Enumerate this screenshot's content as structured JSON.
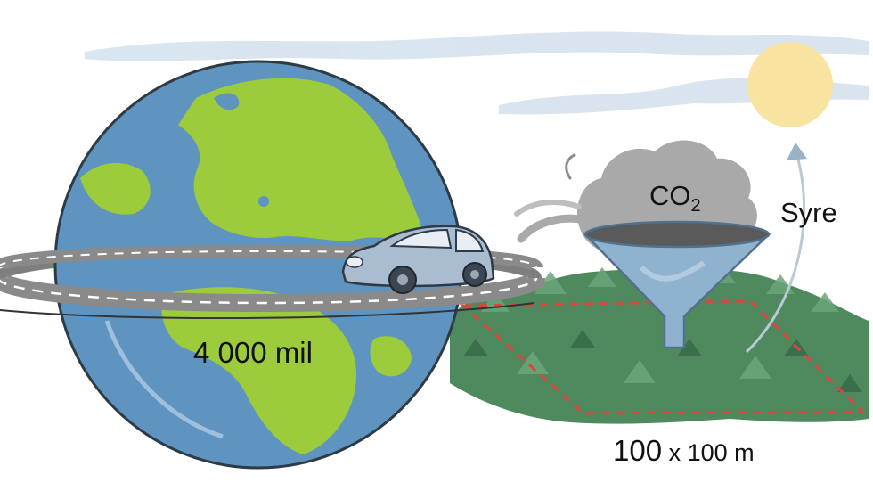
{
  "labels": {
    "co2_main": "CO",
    "co2_sub": "2",
    "oxygen": "Syre",
    "distance": "4 000 mil",
    "area_first": "100",
    "area_rest": " x 100 m"
  },
  "colors": {
    "ocean": "#5f93c0",
    "land": "#9ccb3b",
    "forest": "#4f8a5e",
    "smoke": "#a9a9a9",
    "funnel": "#8fb3cf",
    "sun": "#f8e3a0",
    "cloud": "#d5e2ed",
    "road": "#8a8a8a",
    "boundary": "#d9463f",
    "car": "#a9bcd0"
  },
  "icons": [
    "earth-icon",
    "road-ring-icon",
    "car-icon",
    "funnel-icon",
    "smoke-icon",
    "forest-icon",
    "sun-icon",
    "cloud-icon",
    "arrow-up-icon"
  ]
}
